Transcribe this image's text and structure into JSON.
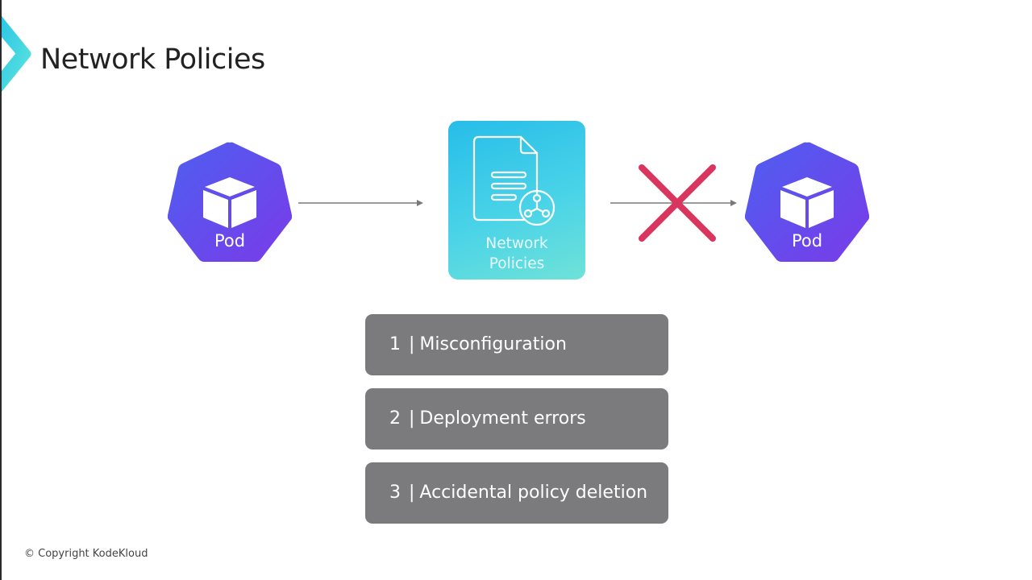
{
  "slide": {
    "title": "Network Policies",
    "copyright": "© Copyright KodeKloud"
  },
  "diagram": {
    "source_pod": {
      "label": "Pod",
      "icon": "cube-icon"
    },
    "policy": {
      "label_line1": "Network",
      "label_line2": "Policies",
      "icon": "policy-document-network-icon"
    },
    "target_pod": {
      "label": "Pod",
      "icon": "cube-icon"
    },
    "blocked_indicator": "cross-icon",
    "colors": {
      "pod_gradient_start": "#4d5ff0",
      "pod_gradient_end": "#7a3be8",
      "policy_gradient_start": "#27bde9",
      "policy_gradient_end": "#6fe2d8",
      "cross": "#d8365f",
      "arrow": "#7a7a7a",
      "reason_bg": "#7b7a7d"
    }
  },
  "reasons": [
    {
      "number": "1",
      "separator": "|",
      "text": "Misconfiguration"
    },
    {
      "number": "2",
      "separator": "|",
      "text": "Deployment errors"
    },
    {
      "number": "3",
      "separator": "|",
      "text": "Accidental policy deletion"
    }
  ]
}
